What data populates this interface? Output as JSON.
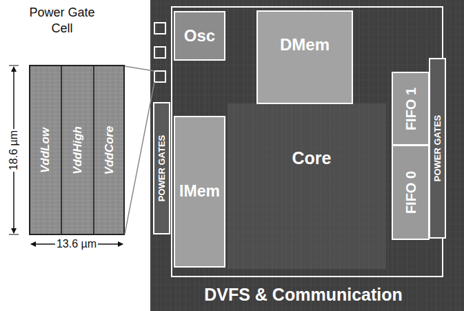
{
  "diagram": {
    "nodes": [
      {
        "text": [
          "Power Gate Cell"
        ]
      },
      {
        "text": [
          "VddLow"
        ],
        "in": 0
      },
      {
        "text": [
          "VddHigh"
        ],
        "in": 0
      },
      {
        "text": [
          "VddCore"
        ],
        "in": 0
      },
      {
        "text": [
          "Osc"
        ]
      },
      {
        "text": [
          "DMem"
        ]
      },
      {
        "text": [
          "POWER GATES"
        ]
      },
      {
        "text": [
          "IMem"
        ]
      },
      {
        "text": [
          "Core"
        ]
      },
      {
        "text": [
          "FIFO 1"
        ]
      },
      {
        "text": [
          "FIFO 0"
        ]
      },
      {
        "text": [
          "POWER GATES"
        ]
      },
      {
        "text": [
          "DVFS & Communication"
        ]
      }
    ],
    "labels": [
      "18.6 µm",
      "13.6 µm"
    ]
  }
}
